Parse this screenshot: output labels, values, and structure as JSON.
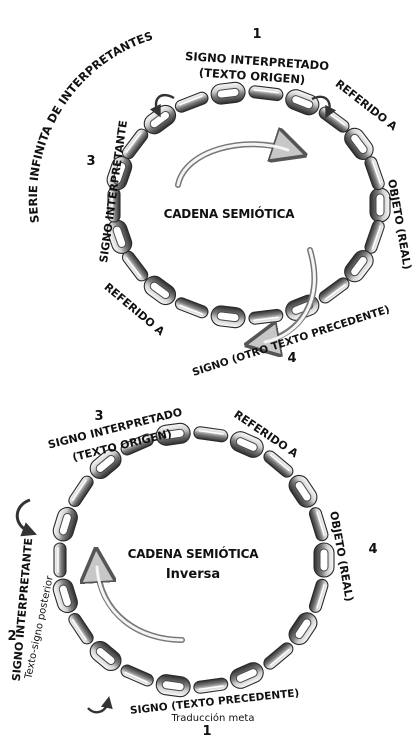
{
  "diagram1": {
    "title": "CADENA SEMIÓTICA",
    "outer_label": "SERIE INFINITA DE INTERPRETANTES",
    "num_1": "1",
    "num_3": "3",
    "num_4": "4",
    "signo_interpretado": "SIGNO INTERPRETADO",
    "texto_origen": "(TEXTO ORIGEN)",
    "referido_a_1": "REFERIDO A",
    "objeto_real": "OBJETO (REAL)",
    "signo_otro": "SIGNO (OTRO TEXTO PRECEDENTE)",
    "referido_a_2": "REFERIDO A",
    "signo_interpretante": "SIGNO INTERPRETANTE"
  },
  "diagram2": {
    "title": "CADENA SEMIÓTICA",
    "subtitle": "Inversa",
    "num_3": "3",
    "num_4": "4",
    "num_2": "2",
    "num_1": "1",
    "signo_interpretado": "SIGNO INTERPRETADO",
    "texto_origen": "(TEXTO ORIGEN)",
    "referido_a": "REFERIDO A",
    "objeto_real": "OBJETO (REAL)",
    "signo_interpretante": "SIGNO INTERPRETANTE",
    "texto_signo_posterior": "Texto-signo posterior",
    "signo_precedente": "SIGNO (TEXTO PRECEDENTE)",
    "traduccion_meta": "Traducción meta"
  },
  "colors": {
    "chain_light": "#f2f2f2",
    "chain_mid": "#a9a9a9",
    "chain_dark": "#3c3c3c",
    "arrow_fill": "#bdbdbd",
    "text": "#111111"
  }
}
